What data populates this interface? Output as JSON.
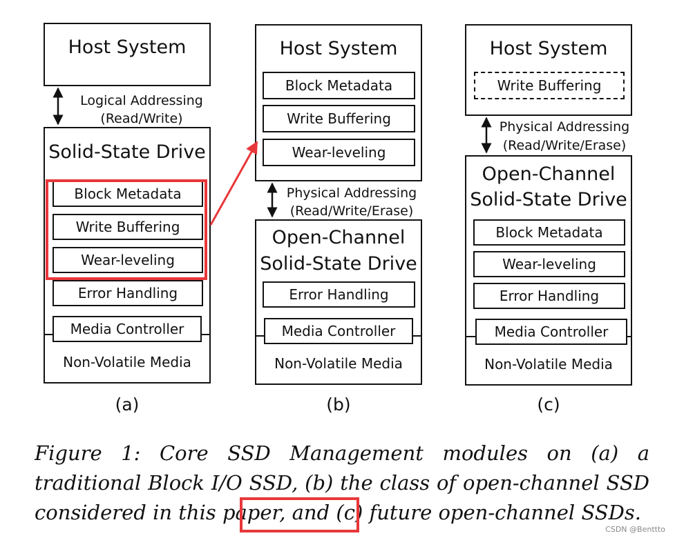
{
  "panels": {
    "a": {
      "host_title": "Host System",
      "addressing": [
        "Logical Addressing",
        "(Read/Write)"
      ],
      "drive_title": "Solid-State Drive",
      "modules": [
        "Block Metadata",
        "Write Buffering",
        "Wear-leveling",
        "Error Handling"
      ],
      "controller": "Media Controller",
      "media": "Non-Volatile Media",
      "label": "(a)"
    },
    "b": {
      "host_title": "Host System",
      "host_modules": [
        "Block Metadata",
        "Write Buffering",
        "Wear-leveling"
      ],
      "addressing": [
        "Physical Addressing",
        "(Read/Write/Erase)"
      ],
      "drive_title": [
        "Open-Channel",
        "Solid-State Drive"
      ],
      "modules": [
        "Error Handling"
      ],
      "controller": "Media Controller",
      "media": "Non-Volatile Media",
      "label": "(b)"
    },
    "c": {
      "host_title": "Host System",
      "host_modules": [
        "Write Buffering"
      ],
      "addressing": [
        "Physical Addressing",
        "(Read/Write/Erase)"
      ],
      "drive_title": [
        "Open-Channel",
        "Solid-State Drive"
      ],
      "modules": [
        "Block Metadata",
        "Wear-leveling",
        "Error Handling"
      ],
      "controller": "Media Controller",
      "media": "Non-Volatile Media",
      "label": "(c)"
    }
  },
  "caption": {
    "part1": "Figure 1: Core SSD Management modules on (a) a traditional Block I/O SSD, (b) the class of open-channel SSD considered in this paper, and (c) ",
    "highlighted": "future open-",
    "part2": "channel SSDs."
  },
  "watermark": "CSDN @Benttto",
  "colors": {
    "highlight": "#e8373a",
    "stroke": "#111111"
  }
}
